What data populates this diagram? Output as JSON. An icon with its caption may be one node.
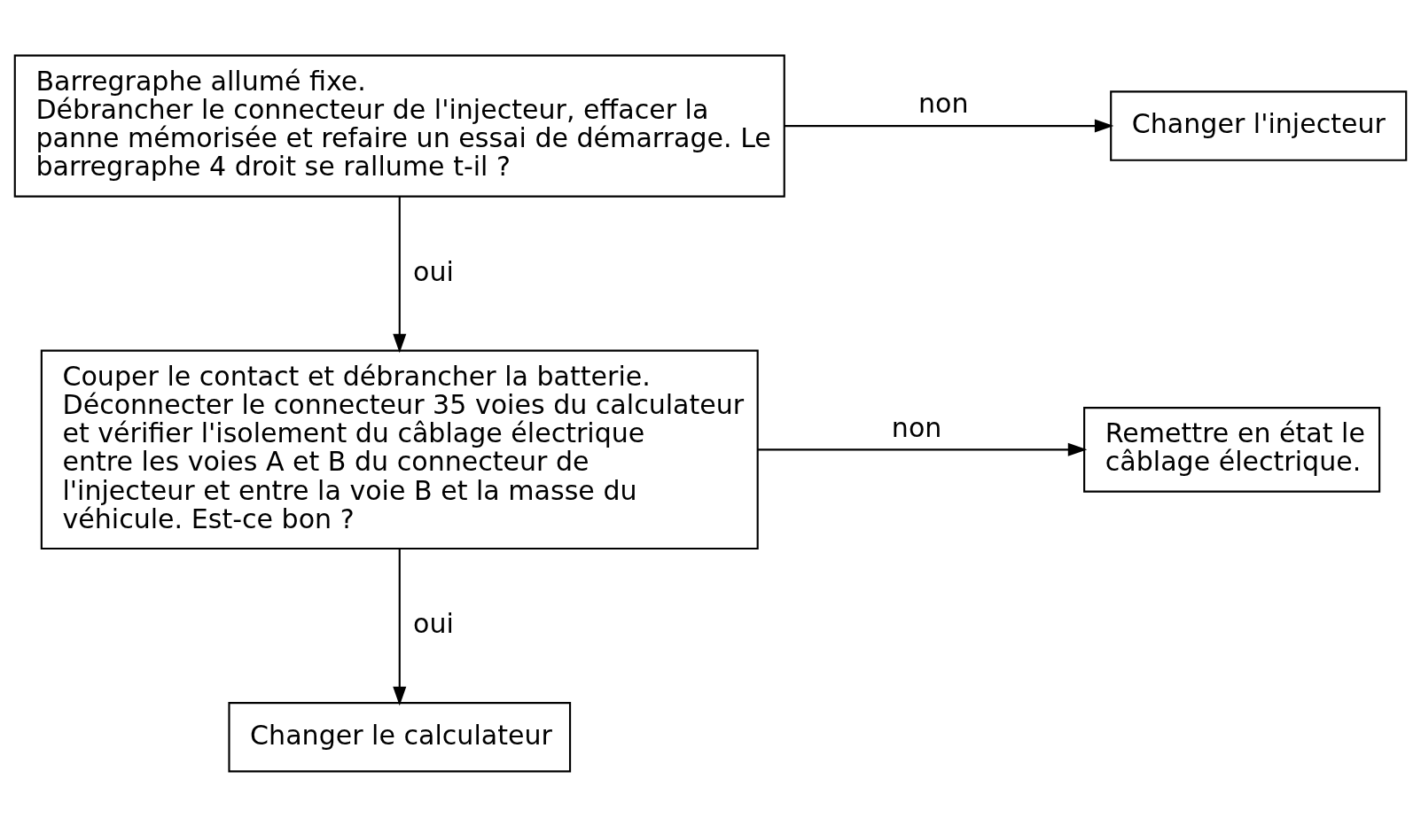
{
  "diagram": {
    "nodes": [
      {
        "text": [
          "Barregraphe allumé fixe.",
          "Débrancher le connecteur de l'injecteur, effacer la panne mémorisée et refaire un essai de démarrage. Le barregraphe 4 droit se rallume t-il ?"
        ]
      },
      {
        "text": [
          "Changer l'injecteur"
        ]
      },
      {
        "text": [
          "Couper le contact et débrancher la batterie.",
          "Déconnecter le connecteur 35 voies du calculateur et vérifier l'isolement du câblage électrique entre les voies A et B du connecteur de l'injecteur et entre la voie B et la masse du véhicule. Est-ce bon ?"
        ]
      },
      {
        "text": [
          "Remettre en état le câblage électrique."
        ]
      },
      {
        "text": [
          "Changer le calculateur"
        ]
      }
    ],
    "edges": [
      {
        "from": 0,
        "to": 1,
        "arrow": "to",
        "label": "non"
      },
      {
        "from": 0,
        "to": 2,
        "arrow": "to",
        "label": "oui"
      },
      {
        "from": 2,
        "to": 3,
        "arrow": "to",
        "label": "non"
      },
      {
        "from": 2,
        "to": 4,
        "arrow": "to",
        "label": "oui"
      }
    ]
  }
}
